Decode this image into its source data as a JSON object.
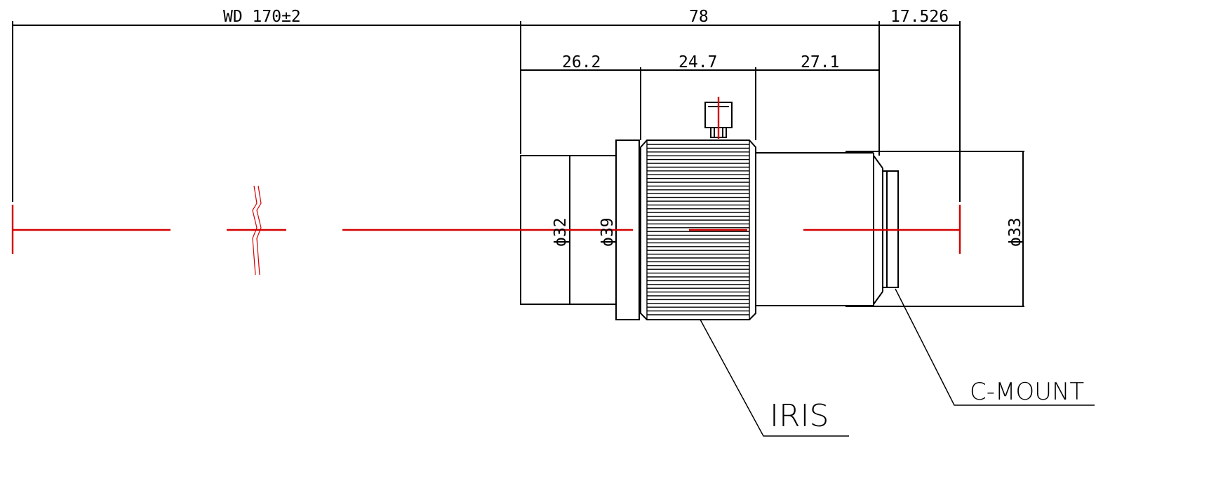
{
  "dimensions": {
    "working_distance": "WD 170±2",
    "total_length": "78",
    "flange_back": "17.526",
    "front_section": "26.2",
    "iris_section": "24.7",
    "rear_section": "27.1",
    "diameter_front": "ϕ32",
    "diameter_iris": "ϕ39",
    "diameter_mount": "ϕ33"
  },
  "callouts": {
    "iris": "IRIS",
    "mount": "C-MOUNT"
  },
  "colors": {
    "outline": "#000000",
    "centerline": "#d40000",
    "background": "#ffffff"
  }
}
